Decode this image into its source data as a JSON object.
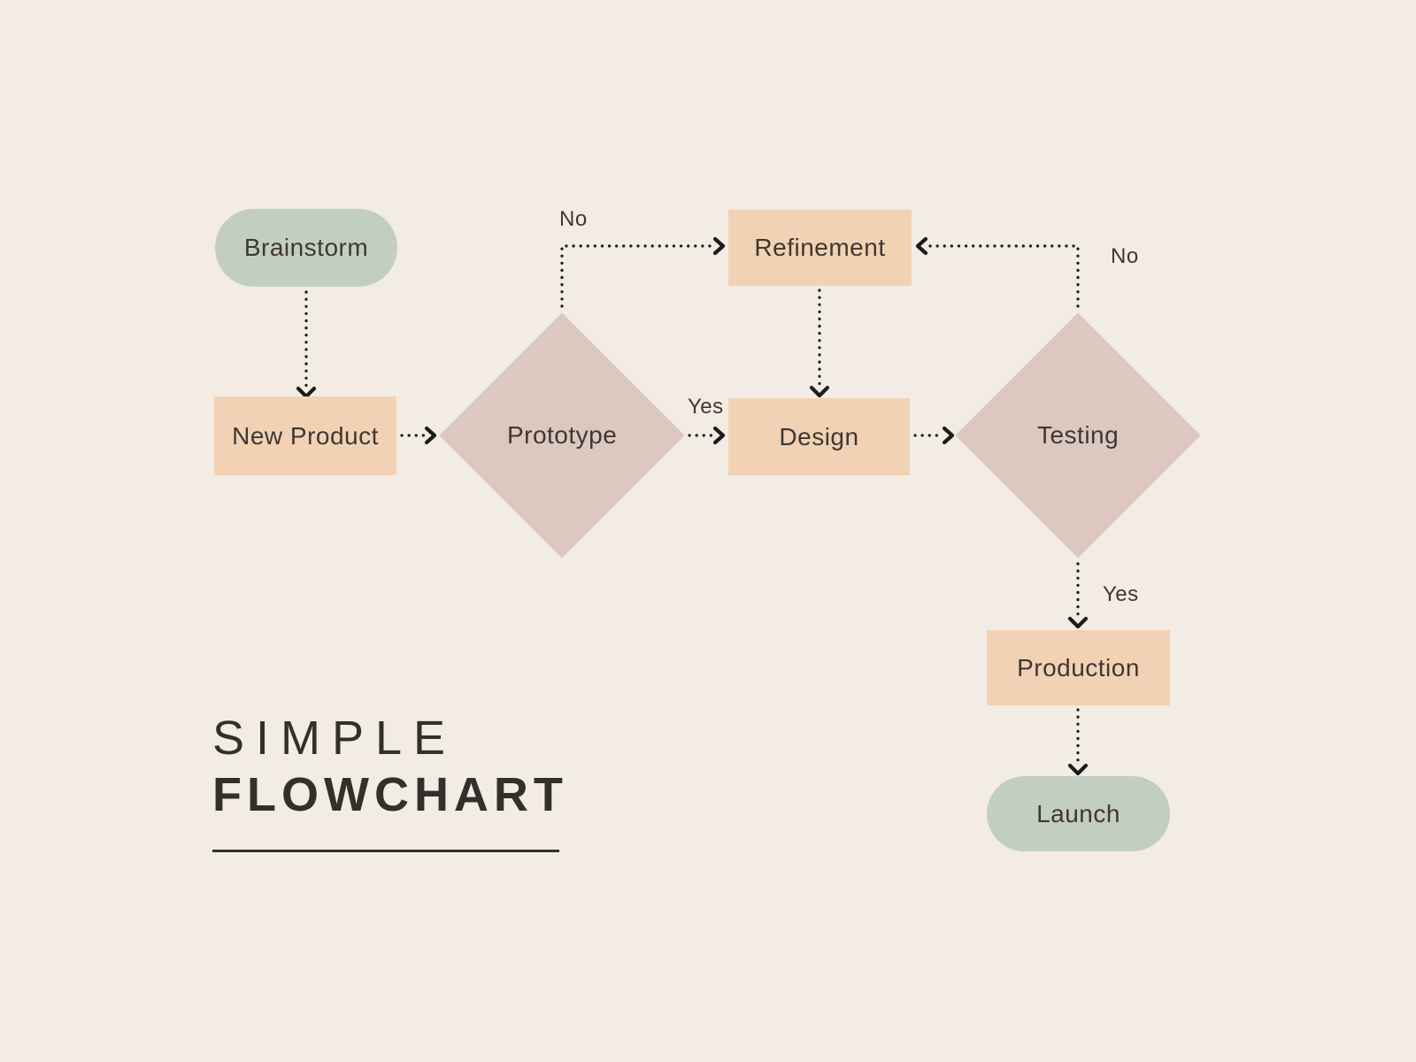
{
  "title": {
    "line1": "SIMPLE",
    "line2": "FLOWCHART"
  },
  "nodes": [
    {
      "id": "brainstorm",
      "label": "Brainstorm",
      "shape": "terminator-pill"
    },
    {
      "id": "new-product",
      "label": "New Product",
      "shape": "process-rect"
    },
    {
      "id": "prototype",
      "label": "Prototype",
      "shape": "decision-diamond"
    },
    {
      "id": "refinement",
      "label": "Refinement",
      "shape": "process-rect"
    },
    {
      "id": "design",
      "label": "Design",
      "shape": "process-rect"
    },
    {
      "id": "testing",
      "label": "Testing",
      "shape": "decision-diamond"
    },
    {
      "id": "production",
      "label": "Production",
      "shape": "process-rect"
    },
    {
      "id": "launch",
      "label": "Launch",
      "shape": "terminator-pill"
    }
  ],
  "edges": [
    {
      "from": "brainstorm",
      "to": "new-product",
      "label": ""
    },
    {
      "from": "new-product",
      "to": "prototype",
      "label": ""
    },
    {
      "from": "prototype",
      "to": "design",
      "label": "Yes"
    },
    {
      "from": "prototype",
      "to": "refinement",
      "label": "No"
    },
    {
      "from": "refinement",
      "to": "design",
      "label": ""
    },
    {
      "from": "design",
      "to": "testing",
      "label": ""
    },
    {
      "from": "testing",
      "to": "refinement",
      "label": "No"
    },
    {
      "from": "testing",
      "to": "production",
      "label": "Yes"
    },
    {
      "from": "production",
      "to": "launch",
      "label": ""
    }
  ],
  "colors": {
    "background": "#f3ece4",
    "terminator": "#c3cec2",
    "process": "#f1d2b5",
    "decision": "#dcc8c0",
    "ink": "#1b1b1b",
    "text": "#3f3831",
    "title": "#33302b"
  }
}
